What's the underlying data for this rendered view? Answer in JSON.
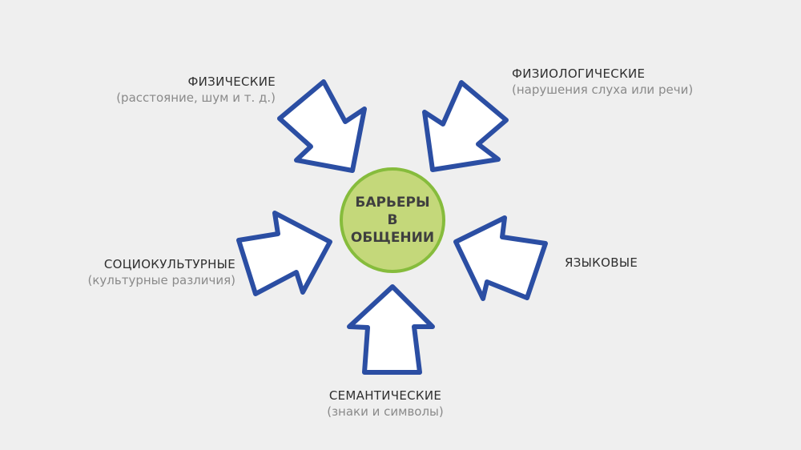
{
  "center": {
    "label": "БАРЬЕРЫ В ОБЩЕНИИ"
  },
  "barriers": {
    "physical": {
      "title": "ФИЗИЧЕСКИЕ",
      "subtitle": "(расстояние, шум и т. д.)"
    },
    "physiological": {
      "title": "ФИЗИОЛОГИЧЕСКИЕ",
      "subtitle": "(нарушения слуха или речи)"
    },
    "sociocultural": {
      "title": "СОЦИОКУЛЬТУРНЫЕ",
      "subtitle": "(культурные различия)"
    },
    "linguistic": {
      "title": "ЯЗЫКОВЫЕ"
    },
    "semantic": {
      "title": "СЕМАНТИЧЕСКИЕ",
      "subtitle": "(знаки и символы)"
    }
  },
  "colors": {
    "background": "#efefef",
    "arrow_stroke": "#2b4ea3",
    "arrow_fill": "#ffffff",
    "circle_fill": "#c4d87a",
    "circle_border": "#86bc3c",
    "title_text": "#2f2f2f",
    "subtitle_text": "#8a8a8a"
  }
}
